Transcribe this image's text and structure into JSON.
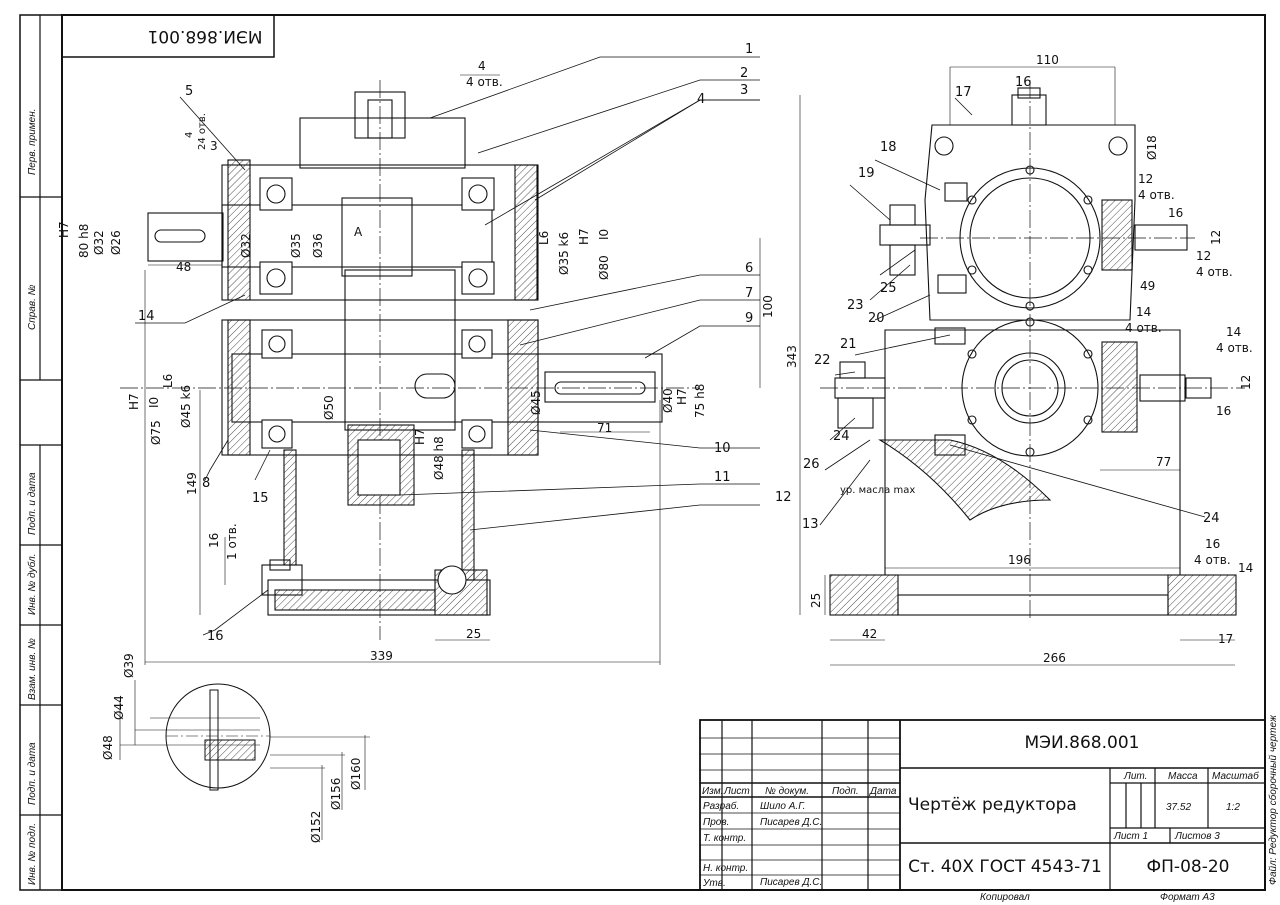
{
  "stamp_top": "МЭИ.868.001",
  "side_columns": [
    "Перв. примен.",
    "Справ. №",
    "Подп. и дата",
    "Инв. № дубл.",
    "Взам. инв. №",
    "Подп. и дата",
    "Инв. № подл."
  ],
  "file_note": "Файл: Редуктор сборочный чертеж",
  "bottom": {
    "copied": "Копировал",
    "format": "Формат А3"
  },
  "title_block": {
    "doc_number": "МЭИ.868.001",
    "title": "Чертёж редуктора",
    "material": "Ст. 40Х ГОСТ 4543-71",
    "org": "ФП-08-20",
    "lit_label": "Лит.",
    "mass_label": "Масса",
    "scale_label": "Масштаб",
    "mass": "37.52",
    "scale": "1:2",
    "sheet": "Лист 1",
    "sheets": "Листов 3",
    "headers": [
      "Изм.",
      "Лист",
      "№ докум.",
      "Подп.",
      "Дата"
    ],
    "rows": [
      {
        "role": "Разраб.",
        "name": "Шило А.Г."
      },
      {
        "role": "Пров.",
        "name": "Писарев Д.С."
      },
      {
        "role": "Т. контр.",
        "name": ""
      },
      {
        "role": "",
        "name": ""
      },
      {
        "role": "Н. контр.",
        "name": ""
      },
      {
        "role": "Утв.",
        "name": "Писарев Д.С."
      }
    ]
  },
  "left_view": {
    "dimensions": [
      "4",
      "4 отв.",
      "4",
      "24 отв.",
      "3",
      "80 h8",
      "Ø32",
      "Ø26",
      "Ø32",
      "Ø35",
      "Ø36",
      "A",
      "L6",
      "Ø35 k6",
      "H7",
      "Ø80",
      "I0",
      "48",
      "H7",
      "100",
      "343",
      "149",
      "H7",
      "I0",
      "Ø75",
      "Ø45 k6",
      "L6",
      "Ø50",
      "Ø45",
      "Ø40",
      "H7",
      "75 h8",
      "H7",
      "Ø48 h8",
      "71",
      "16",
      "1 отв.",
      "25",
      "339"
    ],
    "callouts": [
      "1",
      "2",
      "4",
      "3",
      "5",
      "6",
      "7",
      "9",
      "14",
      "8",
      "15",
      "10",
      "11",
      "12",
      "16"
    ]
  },
  "right_view": {
    "dimensions": [
      "110",
      "Ø18",
      "12",
      "4 отв.",
      "16",
      "12",
      "12",
      "4 отв.",
      "49",
      "14",
      "4 отв.",
      "14",
      "4 отв.",
      "12",
      "16",
      "77",
      "196",
      "16",
      "4 отв.",
      "14",
      "25",
      "42",
      "17",
      "266",
      "ур. масла max"
    ],
    "callouts": [
      "16",
      "17",
      "18",
      "19",
      "23",
      "25",
      "20",
      "21",
      "22",
      "24",
      "26",
      "13",
      "24"
    ]
  },
  "detail": {
    "dimensions": [
      "Ø39",
      "Ø44",
      "Ø48",
      "Ø160",
      "Ø156",
      "Ø152"
    ]
  }
}
